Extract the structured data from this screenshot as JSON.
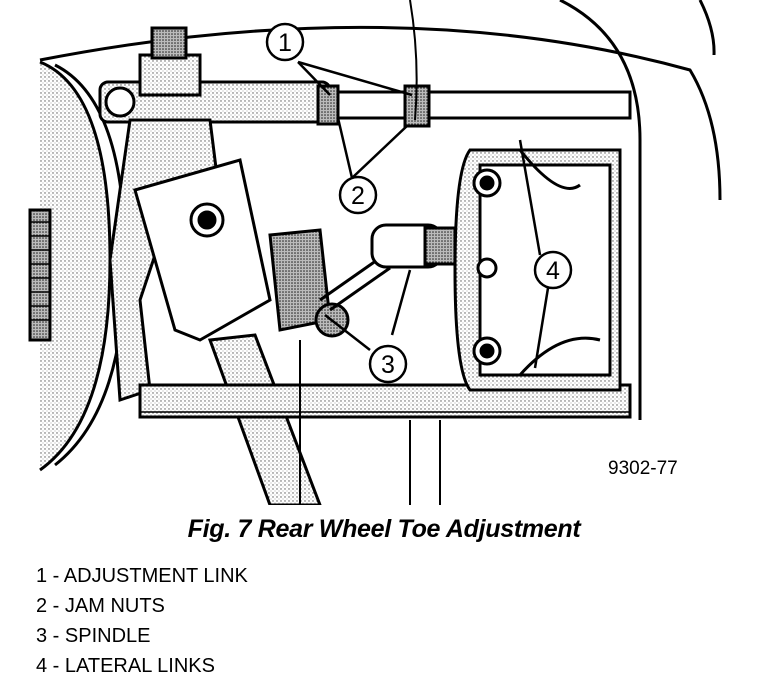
{
  "figure": {
    "number_label": "9302-77",
    "callouts": [
      "1",
      "2",
      "3",
      "4"
    ]
  },
  "caption": "Fig. 7 Rear Wheel Toe Adjustment",
  "legend": [
    "1 - ADJUSTMENT LINK",
    "2 - JAM NUTS",
    "3 - SPINDLE",
    "4 - LATERAL LINKS"
  ]
}
